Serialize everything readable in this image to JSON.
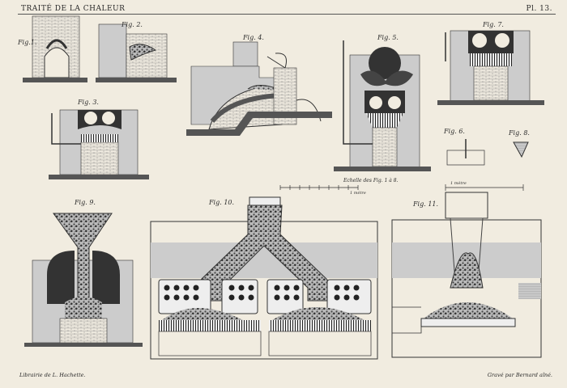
{
  "header": {
    "title": "TRAITÉ DE LA CHALEUR",
    "plate": "Pl. 13."
  },
  "footer": {
    "publisher": "Librairie de L. Hachette.",
    "engraver": "Gravé par Bernard aîné."
  },
  "figures": {
    "f1": "Fig.1.",
    "f2": "Fig. 2.",
    "f3": "Fig. 3.",
    "f4": "Fig. 4.",
    "f5": "Fig. 5.",
    "f6": "Fig. 6.",
    "f7": "Fig. 7.",
    "f8": "Fig. 8.",
    "f9": "Fig. 9.",
    "f10": "Fig. 10.",
    "f11": "Fig. 11."
  },
  "scale": {
    "label": "Echelle des Fig. 1 à 8.",
    "left": "1 mètre",
    "right": "1 mètre"
  }
}
